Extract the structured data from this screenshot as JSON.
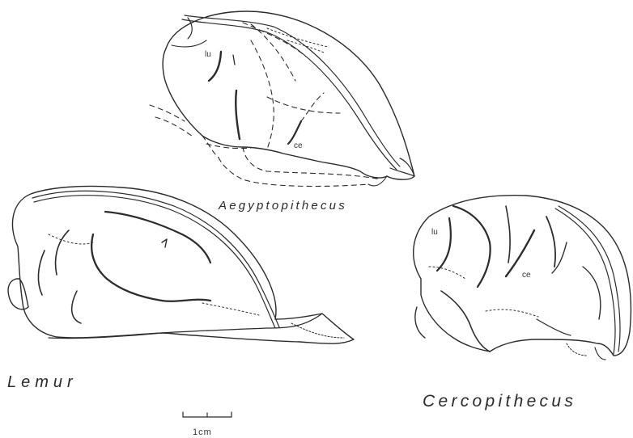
{
  "figure": {
    "brains": [
      {
        "name": "Aegyptopithecus",
        "sulci": [
          "lu",
          "ce"
        ]
      },
      {
        "name": "Lemur",
        "sulci": []
      },
      {
        "name": "Cercopithecus",
        "sulci": [
          "lu",
          "ce"
        ]
      }
    ],
    "scale_bar": {
      "label": "1cm"
    }
  }
}
